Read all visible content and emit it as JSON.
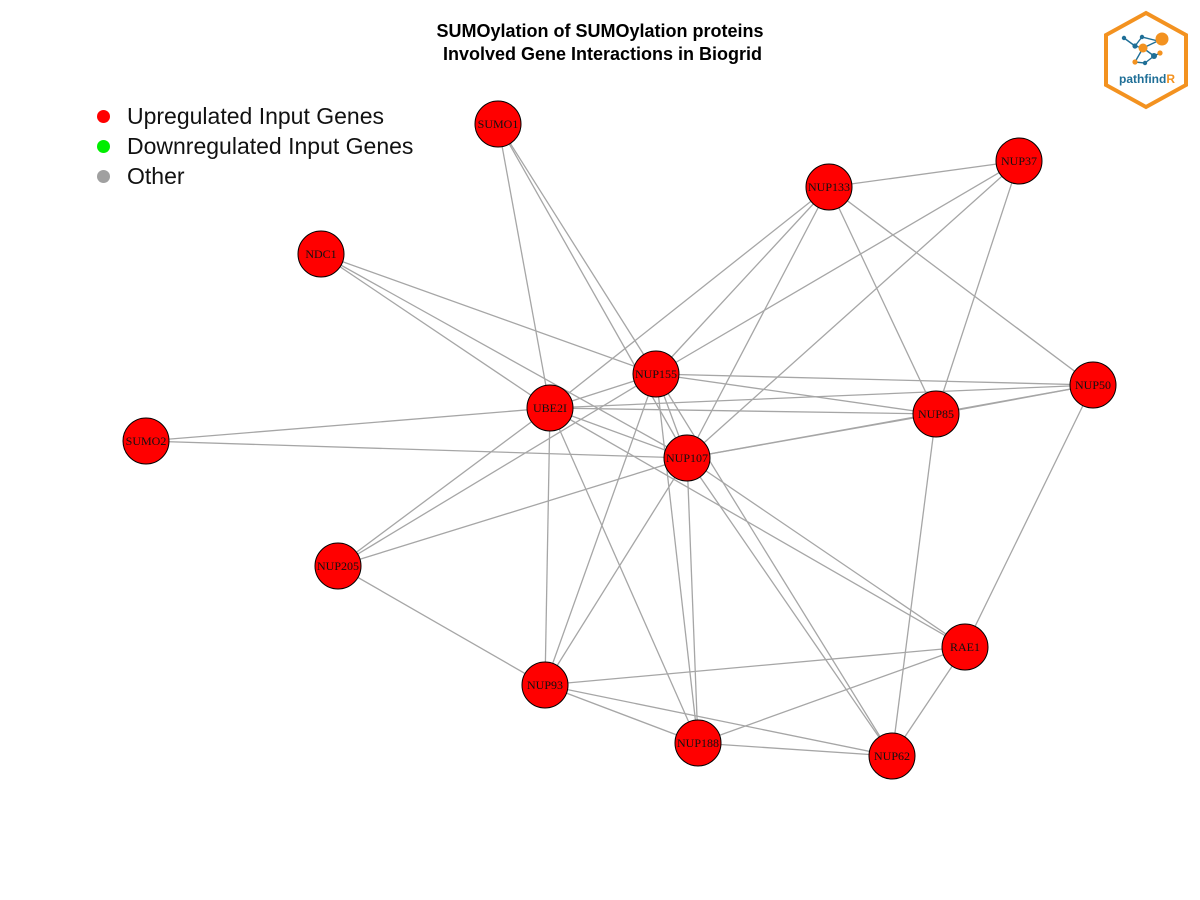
{
  "title": {
    "line1": "SUMOylation of SUMOylation proteins",
    "line2": " Involved Gene Interactions in Biogrid"
  },
  "legend": {
    "upregulated": "Upregulated Input Genes",
    "downregulated": "Downregulated Input Genes",
    "other": "Other"
  },
  "colors": {
    "upregulated": "#ff0000",
    "downregulated": "#00ee00",
    "other": "#a0a0a0",
    "edge": "#a6a6a6",
    "logo_orange": "#f39220",
    "logo_blue": "#1f6f97"
  },
  "logo": {
    "text_main": "pathfind",
    "text_accent": "R",
    "icon": "network-hexagon-logo"
  },
  "nodes": [
    {
      "id": "SUMO1",
      "label": "SUMO1",
      "status": "upregulated"
    },
    {
      "id": "NUP37",
      "label": "NUP37",
      "status": "upregulated"
    },
    {
      "id": "NUP133",
      "label": "NUP133",
      "status": "upregulated"
    },
    {
      "id": "NDC1",
      "label": "NDC1",
      "status": "upregulated"
    },
    {
      "id": "NUP155",
      "label": "NUP155",
      "status": "upregulated"
    },
    {
      "id": "UBE2I",
      "label": "UBE2I",
      "status": "upregulated"
    },
    {
      "id": "NUP50",
      "label": "NUP50",
      "status": "upregulated"
    },
    {
      "id": "NUP85",
      "label": "NUP85",
      "status": "upregulated"
    },
    {
      "id": "SUMO2",
      "label": "SUMO2",
      "status": "upregulated"
    },
    {
      "id": "NUP107",
      "label": "NUP107",
      "status": "upregulated"
    },
    {
      "id": "NUP205",
      "label": "NUP205",
      "status": "upregulated"
    },
    {
      "id": "RAE1",
      "label": "RAE1",
      "status": "upregulated"
    },
    {
      "id": "NUP93",
      "label": "NUP93",
      "status": "upregulated"
    },
    {
      "id": "NUP188",
      "label": "NUP188",
      "status": "upregulated"
    },
    {
      "id": "NUP62",
      "label": "NUP62",
      "status": "upregulated"
    }
  ],
  "edges": [
    [
      "SUMO1",
      "UBE2I"
    ],
    [
      "SUMO1",
      "NUP155"
    ],
    [
      "SUMO1",
      "NUP107"
    ],
    [
      "NDC1",
      "UBE2I"
    ],
    [
      "NDC1",
      "NUP155"
    ],
    [
      "NDC1",
      "NUP107"
    ],
    [
      "SUMO2",
      "UBE2I"
    ],
    [
      "SUMO2",
      "NUP107"
    ],
    [
      "NUP133",
      "NUP37"
    ],
    [
      "NUP133",
      "NUP155"
    ],
    [
      "NUP133",
      "NUP107"
    ],
    [
      "NUP133",
      "NUP85"
    ],
    [
      "NUP133",
      "NUP50"
    ],
    [
      "NUP133",
      "UBE2I"
    ],
    [
      "NUP37",
      "NUP155"
    ],
    [
      "NUP37",
      "NUP107"
    ],
    [
      "NUP37",
      "NUP85"
    ],
    [
      "UBE2I",
      "NUP155"
    ],
    [
      "UBE2I",
      "NUP107"
    ],
    [
      "UBE2I",
      "NUP85"
    ],
    [
      "UBE2I",
      "NUP50"
    ],
    [
      "UBE2I",
      "NUP205"
    ],
    [
      "UBE2I",
      "NUP93"
    ],
    [
      "UBE2I",
      "NUP188"
    ],
    [
      "UBE2I",
      "RAE1"
    ],
    [
      "NUP155",
      "NUP107"
    ],
    [
      "NUP155",
      "NUP85"
    ],
    [
      "NUP155",
      "NUP50"
    ],
    [
      "NUP155",
      "NUP205"
    ],
    [
      "NUP155",
      "NUP93"
    ],
    [
      "NUP155",
      "NUP188"
    ],
    [
      "NUP155",
      "NUP62"
    ],
    [
      "NUP107",
      "NUP85"
    ],
    [
      "NUP107",
      "NUP50"
    ],
    [
      "NUP107",
      "NUP205"
    ],
    [
      "NUP107",
      "NUP93"
    ],
    [
      "NUP107",
      "NUP188"
    ],
    [
      "NUP107",
      "NUP62"
    ],
    [
      "NUP107",
      "RAE1"
    ],
    [
      "NUP85",
      "NUP50"
    ],
    [
      "NUP85",
      "NUP62"
    ],
    [
      "NUP50",
      "RAE1"
    ],
    [
      "NUP205",
      "NUP93"
    ],
    [
      "RAE1",
      "NUP93"
    ],
    [
      "RAE1",
      "NUP188"
    ],
    [
      "RAE1",
      "NUP62"
    ],
    [
      "NUP93",
      "NUP188"
    ],
    [
      "NUP93",
      "NUP62"
    ],
    [
      "NUP188",
      "NUP62"
    ]
  ]
}
